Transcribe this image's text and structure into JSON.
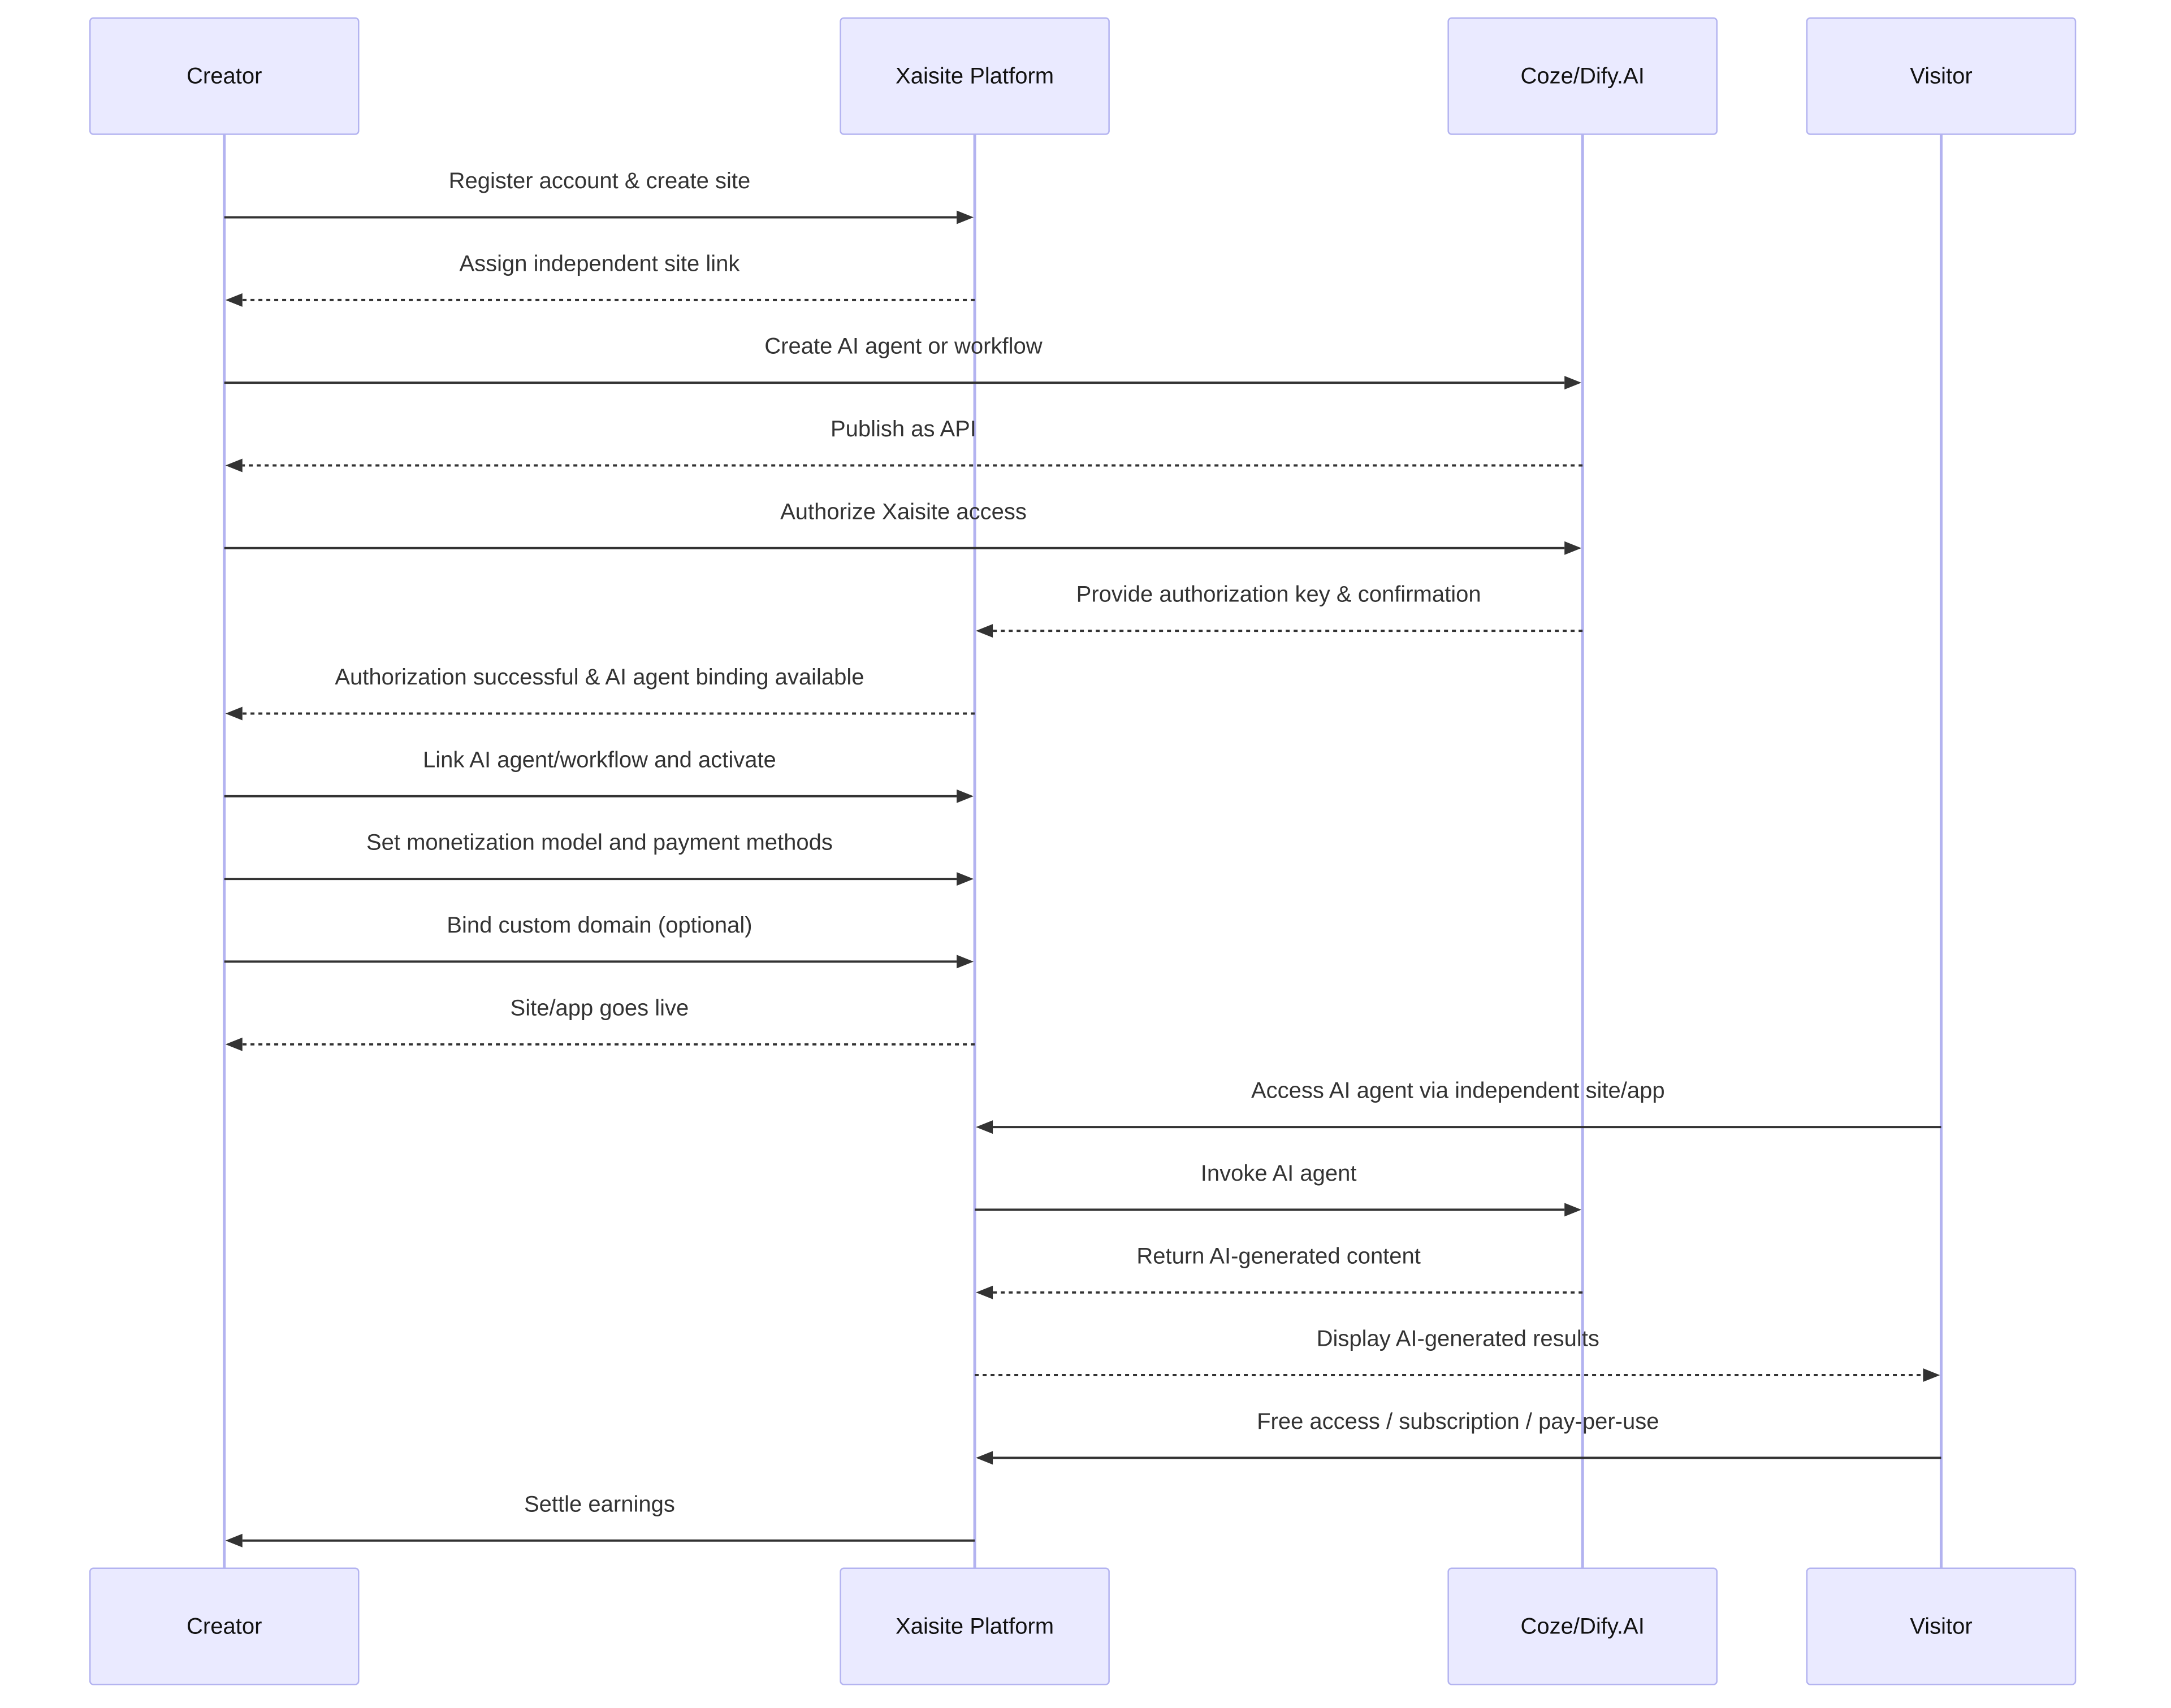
{
  "diagram": {
    "type": "sequence",
    "participants": [
      {
        "id": "creator",
        "label": "Creator"
      },
      {
        "id": "xaisite",
        "label": "Xaisite Platform"
      },
      {
        "id": "ai",
        "label": "Coze/Dify.AI"
      },
      {
        "id": "visitor",
        "label": "Visitor"
      }
    ],
    "messages": [
      {
        "from": "creator",
        "to": "xaisite",
        "label": "Register account & create site",
        "style": "solid"
      },
      {
        "from": "xaisite",
        "to": "creator",
        "label": "Assign independent site link",
        "style": "dashed"
      },
      {
        "from": "creator",
        "to": "ai",
        "label": "Create AI agent or workflow",
        "style": "solid"
      },
      {
        "from": "ai",
        "to": "creator",
        "label": "Publish as API",
        "style": "dashed"
      },
      {
        "from": "creator",
        "to": "ai",
        "label": "Authorize Xaisite access",
        "style": "solid"
      },
      {
        "from": "ai",
        "to": "xaisite",
        "label": "Provide authorization key & confirmation",
        "style": "dashed"
      },
      {
        "from": "xaisite",
        "to": "creator",
        "label": "Authorization successful & AI agent binding available",
        "style": "dashed"
      },
      {
        "from": "creator",
        "to": "xaisite",
        "label": "Link AI agent/workflow and activate",
        "style": "solid"
      },
      {
        "from": "creator",
        "to": "xaisite",
        "label": "Set monetization model and payment methods",
        "style": "solid"
      },
      {
        "from": "creator",
        "to": "xaisite",
        "label": "Bind custom domain (optional)",
        "style": "solid"
      },
      {
        "from": "xaisite",
        "to": "creator",
        "label": "Site/app goes live",
        "style": "dashed"
      },
      {
        "from": "visitor",
        "to": "xaisite",
        "label": "Access AI agent via independent site/app",
        "style": "solid"
      },
      {
        "from": "xaisite",
        "to": "ai",
        "label": "Invoke AI agent",
        "style": "solid"
      },
      {
        "from": "ai",
        "to": "xaisite",
        "label": "Return AI-generated content",
        "style": "dashed"
      },
      {
        "from": "xaisite",
        "to": "visitor",
        "label": "Display AI-generated results",
        "style": "dashed"
      },
      {
        "from": "visitor",
        "to": "xaisite",
        "label": "Free access / subscription / pay-per-use",
        "style": "solid"
      },
      {
        "from": "xaisite",
        "to": "creator",
        "label": "Settle earnings",
        "style": "solid"
      }
    ]
  },
  "colors": {
    "actor_fill": "#eaeaff",
    "actor_stroke": "#b3b3f0",
    "lifeline": "#b3b3f0",
    "message": "#333333"
  }
}
